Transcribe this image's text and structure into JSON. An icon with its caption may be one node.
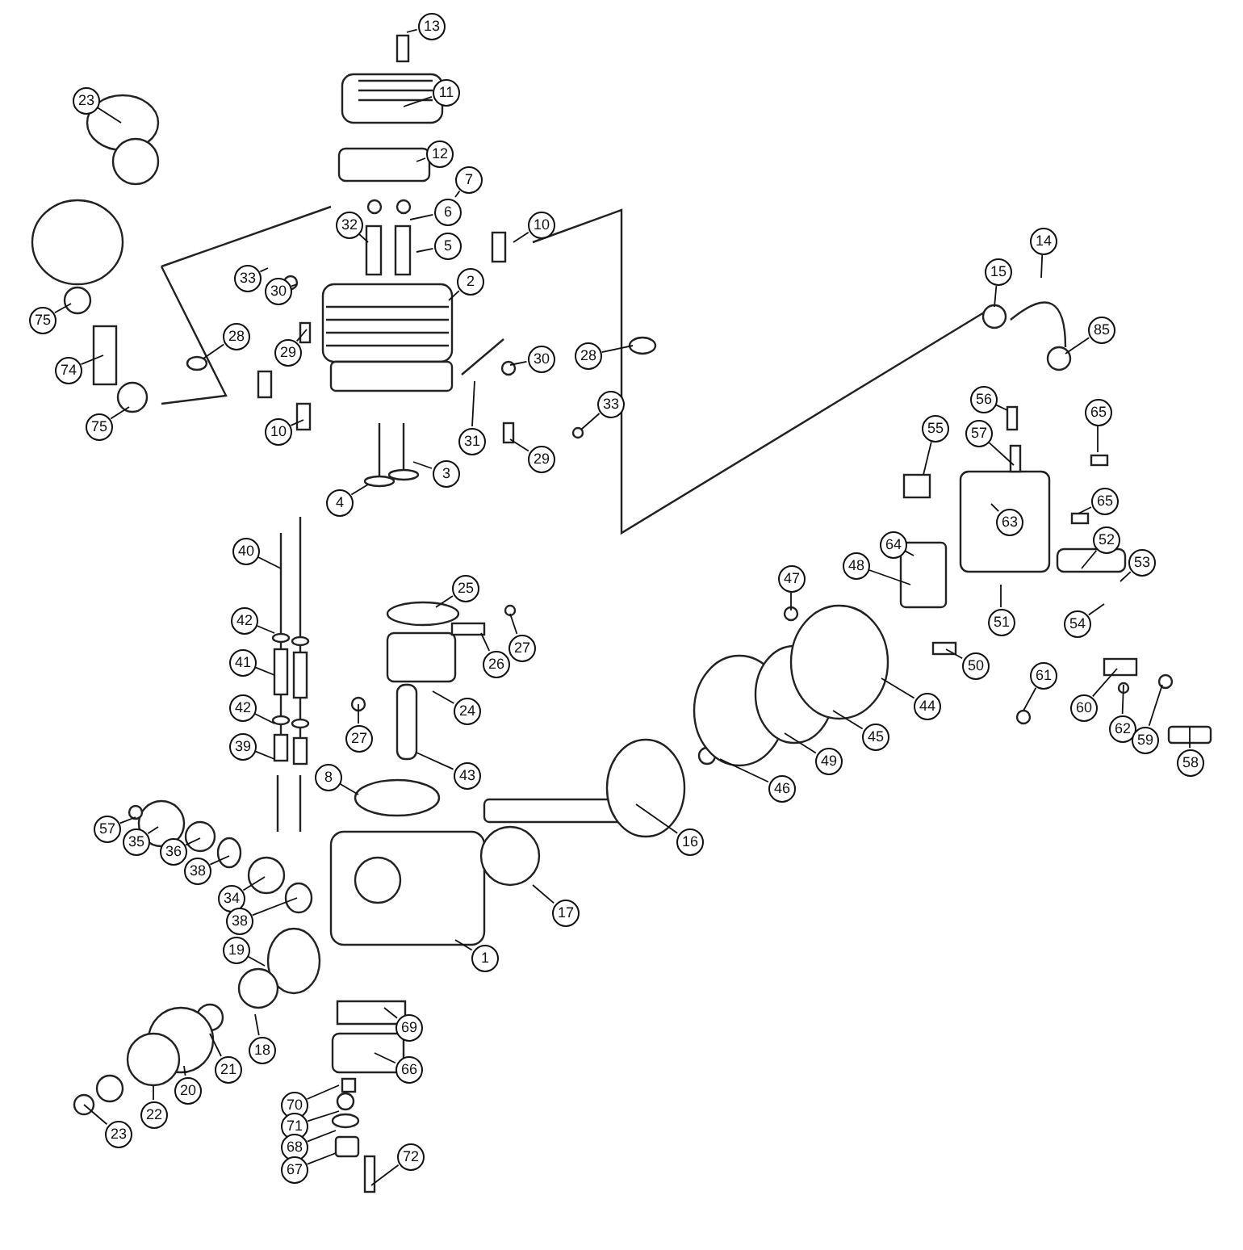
{
  "diagram": {
    "nodes": [
      {
        "text": [
          "13"
        ]
      },
      {
        "text": [
          "11"
        ]
      },
      {
        "text": [
          "12"
        ]
      },
      {
        "text": [
          "7"
        ]
      },
      {
        "text": [
          "32"
        ]
      },
      {
        "text": [
          "6"
        ]
      },
      {
        "text": [
          "10"
        ]
      },
      {
        "text": [
          "5"
        ]
      },
      {
        "text": [
          "23"
        ]
      },
      {
        "text": [
          "33"
        ]
      },
      {
        "text": [
          "30"
        ]
      },
      {
        "text": [
          "2"
        ]
      },
      {
        "text": [
          "28"
        ]
      },
      {
        "text": [
          "29"
        ]
      },
      {
        "text": [
          "75"
        ]
      },
      {
        "text": [
          "30"
        ]
      },
      {
        "text": [
          "28"
        ]
      },
      {
        "text": [
          "74"
        ]
      },
      {
        "text": [
          "33"
        ]
      },
      {
        "text": [
          "10"
        ]
      },
      {
        "text": [
          "75"
        ]
      },
      {
        "text": [
          "31"
        ]
      },
      {
        "text": [
          "29"
        ]
      },
      {
        "text": [
          "3"
        ]
      },
      {
        "text": [
          "4"
        ]
      },
      {
        "text": [
          "14"
        ]
      },
      {
        "text": [
          "15"
        ]
      },
      {
        "text": [
          "85"
        ]
      },
      {
        "text": [
          "56"
        ]
      },
      {
        "text": [
          "57"
        ]
      },
      {
        "text": [
          "55"
        ]
      },
      {
        "text": [
          "65"
        ]
      },
      {
        "text": [
          "65"
        ]
      },
      {
        "text": [
          "63"
        ]
      },
      {
        "text": [
          "40"
        ]
      },
      {
        "text": [
          "64"
        ]
      },
      {
        "text": [
          "52"
        ]
      },
      {
        "text": [
          "53"
        ]
      },
      {
        "text": [
          "48"
        ]
      },
      {
        "text": [
          "47"
        ]
      },
      {
        "text": [
          "25"
        ]
      },
      {
        "text": [
          "51"
        ]
      },
      {
        "text": [
          "54"
        ]
      },
      {
        "text": [
          "42"
        ]
      },
      {
        "text": [
          "27"
        ]
      },
      {
        "text": [
          "26"
        ]
      },
      {
        "text": [
          "41"
        ]
      },
      {
        "text": [
          "50"
        ]
      },
      {
        "text": [
          "61"
        ]
      },
      {
        "text": [
          "44"
        ]
      },
      {
        "text": [
          "60"
        ]
      },
      {
        "text": [
          "42"
        ]
      },
      {
        "text": [
          "24"
        ]
      },
      {
        "text": [
          "62"
        ]
      },
      {
        "text": [
          "27"
        ]
      },
      {
        "text": [
          "45"
        ]
      },
      {
        "text": [
          "59"
        ]
      },
      {
        "text": [
          "39"
        ]
      },
      {
        "text": [
          "58"
        ]
      },
      {
        "text": [
          "49"
        ]
      },
      {
        "text": [
          "43"
        ]
      },
      {
        "text": [
          "8"
        ]
      },
      {
        "text": [
          "46"
        ]
      },
      {
        "text": [
          "57"
        ]
      },
      {
        "text": [
          "35"
        ]
      },
      {
        "text": [
          "16"
        ]
      },
      {
        "text": [
          "36"
        ]
      },
      {
        "text": [
          "38"
        ]
      },
      {
        "text": [
          "34"
        ]
      },
      {
        "text": [
          "17"
        ]
      },
      {
        "text": [
          "38"
        ]
      },
      {
        "text": [
          "19"
        ]
      },
      {
        "text": [
          "1"
        ]
      },
      {
        "text": [
          "69"
        ]
      },
      {
        "text": [
          "18"
        ]
      },
      {
        "text": [
          "21"
        ]
      },
      {
        "text": [
          "66"
        ]
      },
      {
        "text": [
          "20"
        ]
      },
      {
        "text": [
          "70"
        ]
      },
      {
        "text": [
          "22"
        ]
      },
      {
        "text": [
          "71"
        ]
      },
      {
        "text": [
          "23"
        ]
      },
      {
        "text": [
          "68"
        ]
      },
      {
        "text": [
          "67"
        ]
      },
      {
        "text": [
          "72"
        ]
      }
    ],
    "edges": [
      {
        "from": 0,
        "to": null,
        "arrow": "none"
      },
      {
        "from": 1,
        "to": null,
        "arrow": "none"
      },
      {
        "from": 2,
        "to": null,
        "arrow": "none"
      },
      {
        "from": 3,
        "to": null,
        "arrow": "none"
      },
      {
        "from": 4,
        "to": null,
        "arrow": "none"
      },
      {
        "from": 5,
        "to": null,
        "arrow": "none"
      },
      {
        "from": 6,
        "to": null,
        "arrow": "none"
      },
      {
        "from": 7,
        "to": null,
        "arrow": "none"
      },
      {
        "from": 8,
        "to": null,
        "arrow": "none"
      },
      {
        "from": 9,
        "to": null,
        "arrow": "none"
      },
      {
        "from": 10,
        "to": null,
        "arrow": "none"
      },
      {
        "from": 11,
        "to": null,
        "arrow": "none"
      },
      {
        "from": 12,
        "to": null,
        "arrow": "none"
      },
      {
        "from": 13,
        "to": null,
        "arrow": "none"
      },
      {
        "from": 14,
        "to": null,
        "arrow": "none"
      },
      {
        "from": 15,
        "to": null,
        "arrow": "none"
      },
      {
        "from": 16,
        "to": null,
        "arrow": "none"
      },
      {
        "from": 17,
        "to": null,
        "arrow": "none"
      },
      {
        "from": 18,
        "to": null,
        "arrow": "none"
      },
      {
        "from": 19,
        "to": null,
        "arrow": "none"
      },
      {
        "from": 20,
        "to": null,
        "arrow": "none"
      },
      {
        "from": 21,
        "to": null,
        "arrow": "none"
      },
      {
        "from": 22,
        "to": null,
        "arrow": "none"
      },
      {
        "from": 23,
        "to": null,
        "arrow": "none"
      },
      {
        "from": 24,
        "to": null,
        "arrow": "none"
      },
      {
        "from": 25,
        "to": null,
        "arrow": "none"
      },
      {
        "from": 26,
        "to": null,
        "arrow": "none"
      },
      {
        "from": 27,
        "to": null,
        "arrow": "none"
      },
      {
        "from": 28,
        "to": null,
        "arrow": "none"
      },
      {
        "from": 29,
        "to": null,
        "arrow": "none"
      },
      {
        "from": 30,
        "to": null,
        "arrow": "none"
      },
      {
        "from": 31,
        "to": null,
        "arrow": "none"
      },
      {
        "from": 32,
        "to": null,
        "arrow": "none"
      },
      {
        "from": 33,
        "to": null,
        "arrow": "none"
      },
      {
        "from": 34,
        "to": null,
        "arrow": "none"
      },
      {
        "from": 35,
        "to": null,
        "arrow": "none"
      },
      {
        "from": 36,
        "to": null,
        "arrow": "none"
      },
      {
        "from": 37,
        "to": null,
        "arrow": "none"
      },
      {
        "from": 38,
        "to": null,
        "arrow": "none"
      },
      {
        "from": 39,
        "to": null,
        "arrow": "none"
      },
      {
        "from": 40,
        "to": null,
        "arrow": "none"
      },
      {
        "from": 41,
        "to": null,
        "arrow": "none"
      },
      {
        "from": 42,
        "to": null,
        "arrow": "none"
      },
      {
        "from": 43,
        "to": null,
        "arrow": "none"
      },
      {
        "from": 44,
        "to": null,
        "arrow": "none"
      },
      {
        "from": 45,
        "to": null,
        "arrow": "none"
      },
      {
        "from": 46,
        "to": null,
        "arrow": "none"
      },
      {
        "from": 47,
        "to": null,
        "arrow": "none"
      },
      {
        "from": 48,
        "to": null,
        "arrow": "none"
      },
      {
        "from": 49,
        "to": null,
        "arrow": "none"
      },
      {
        "from": 50,
        "to": null,
        "arrow": "none"
      },
      {
        "from": 51,
        "to": null,
        "arrow": "none"
      },
      {
        "from": 52,
        "to": null,
        "arrow": "none"
      },
      {
        "from": 53,
        "to": null,
        "arrow": "none"
      },
      {
        "from": 54,
        "to": null,
        "arrow": "none"
      },
      {
        "from": 55,
        "to": null,
        "arrow": "none"
      },
      {
        "from": 56,
        "to": null,
        "arrow": "none"
      },
      {
        "from": 57,
        "to": null,
        "arrow": "none"
      },
      {
        "from": 58,
        "to": null,
        "arrow": "none"
      },
      {
        "from": 59,
        "to": null,
        "arrow": "none"
      },
      {
        "from": 60,
        "to": null,
        "arrow": "none"
      },
      {
        "from": 61,
        "to": null,
        "arrow": "none"
      },
      {
        "from": 62,
        "to": null,
        "arrow": "none"
      },
      {
        "from": 63,
        "to": null,
        "arrow": "none"
      },
      {
        "from": 64,
        "to": null,
        "arrow": "none"
      },
      {
        "from": 65,
        "to": null,
        "arrow": "none"
      },
      {
        "from": 66,
        "to": null,
        "arrow": "none"
      },
      {
        "from": 67,
        "to": null,
        "arrow": "none"
      },
      {
        "from": 68,
        "to": null,
        "arrow": "none"
      },
      {
        "from": 69,
        "to": null,
        "arrow": "none"
      },
      {
        "from": 70,
        "to": null,
        "arrow": "none"
      },
      {
        "from": 71,
        "to": null,
        "arrow": "none"
      },
      {
        "from": 72,
        "to": null,
        "arrow": "none"
      },
      {
        "from": 73,
        "to": null,
        "arrow": "none"
      },
      {
        "from": 74,
        "to": null,
        "arrow": "none"
      },
      {
        "from": 75,
        "to": null,
        "arrow": "none"
      },
      {
        "from": 76,
        "to": null,
        "arrow": "none"
      },
      {
        "from": 77,
        "to": null,
        "arrow": "none"
      },
      {
        "from": 78,
        "to": null,
        "arrow": "none"
      },
      {
        "from": 79,
        "to": null,
        "arrow": "none"
      },
      {
        "from": 80,
        "to": null,
        "arrow": "none"
      },
      {
        "from": 81,
        "to": null,
        "arrow": "none"
      },
      {
        "from": 82,
        "to": null,
        "arrow": "none"
      },
      {
        "from": 83,
        "to": null,
        "arrow": "none"
      },
      {
        "from": 84,
        "to": null,
        "arrow": "none"
      }
    ]
  }
}
